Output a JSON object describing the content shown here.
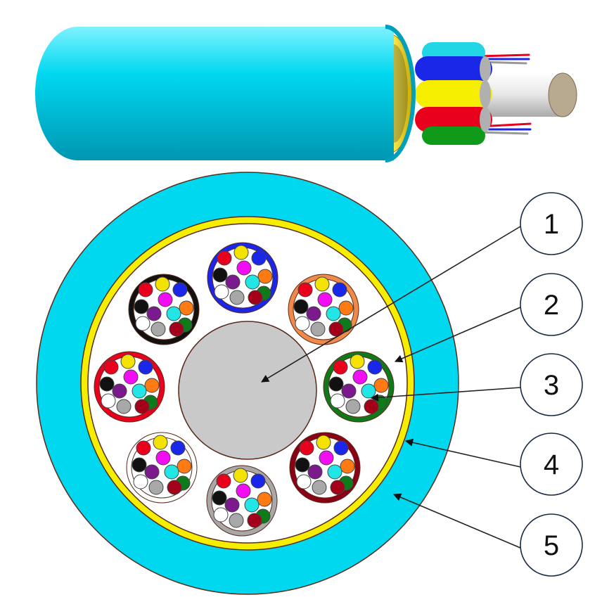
{
  "colors": {
    "jacket": "#00d8f0",
    "jacket_shadow": "#00a9c4",
    "armor_yellow": "#f6ee00",
    "core_white": "#ffffff",
    "central_member": "#c9c9c9",
    "outline": "#5a2a1a"
  },
  "fiber_colors": [
    "#e8001c",
    "#f4e200",
    "#1a26e8",
    "#111111",
    "#f20ef2",
    "#ff7a12",
    "#7a1a8c",
    "#22e6e6",
    "#0f7a1a",
    "#ffffff",
    "#a8a8a8",
    "#a3001a"
  ],
  "tube_colors": [
    {
      "name": "black",
      "ring": "#111111"
    },
    {
      "name": "blue",
      "ring": "#1a26e8"
    },
    {
      "name": "orange",
      "ring": "#f08a4a"
    },
    {
      "name": "green",
      "ring": "#0f7a1a"
    },
    {
      "name": "brown",
      "ring": "#8a0014"
    },
    {
      "name": "gray",
      "ring": "#a8a8a8"
    },
    {
      "name": "white",
      "ring": "#ffffff"
    },
    {
      "name": "red",
      "ring": "#e8001c"
    }
  ],
  "callouts": [
    {
      "label": "1",
      "target": "central-member"
    },
    {
      "label": "2",
      "target": "loose-tube"
    },
    {
      "label": "3",
      "target": "optical-fiber"
    },
    {
      "label": "4",
      "target": "armor-layer"
    },
    {
      "label": "5",
      "target": "outer-jacket"
    }
  ]
}
